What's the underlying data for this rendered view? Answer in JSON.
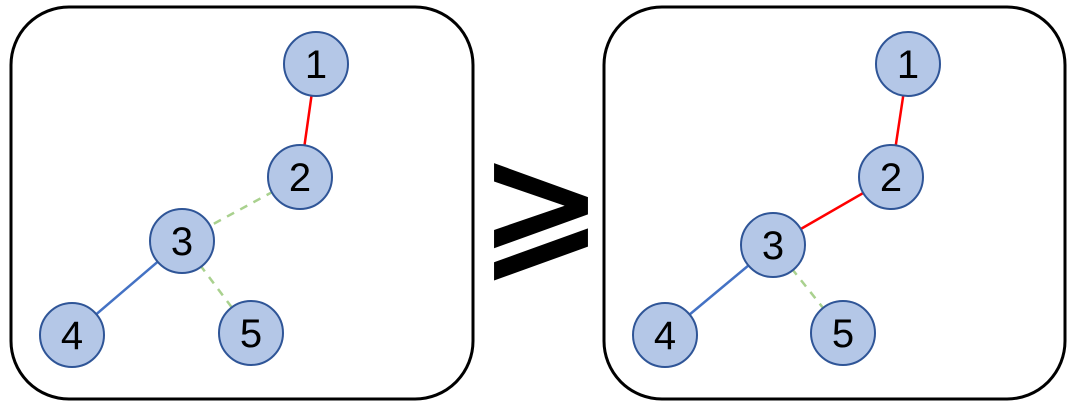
{
  "colors": {
    "node_fill": "#b4c7e7",
    "node_stroke": "#2f5597",
    "panel_stroke": "#000000",
    "edge_red": "#ff0000",
    "edge_blue": "#4472c4",
    "edge_green_dashed": "#a9d18e"
  },
  "relation_symbol": "⩾",
  "left_graph": {
    "nodes": [
      "1",
      "2",
      "3",
      "4",
      "5"
    ],
    "edges": [
      {
        "from": "1",
        "to": "2",
        "style": "red-solid"
      },
      {
        "from": "2",
        "to": "3",
        "style": "green-dashed"
      },
      {
        "from": "3",
        "to": "4",
        "style": "blue-solid"
      },
      {
        "from": "3",
        "to": "5",
        "style": "green-dashed"
      }
    ]
  },
  "right_graph": {
    "nodes": [
      "1",
      "2",
      "3",
      "4",
      "5"
    ],
    "edges": [
      {
        "from": "1",
        "to": "2",
        "style": "red-solid"
      },
      {
        "from": "2",
        "to": "3",
        "style": "red-solid"
      },
      {
        "from": "3",
        "to": "4",
        "style": "blue-solid"
      },
      {
        "from": "3",
        "to": "5",
        "style": "green-dashed"
      }
    ]
  }
}
